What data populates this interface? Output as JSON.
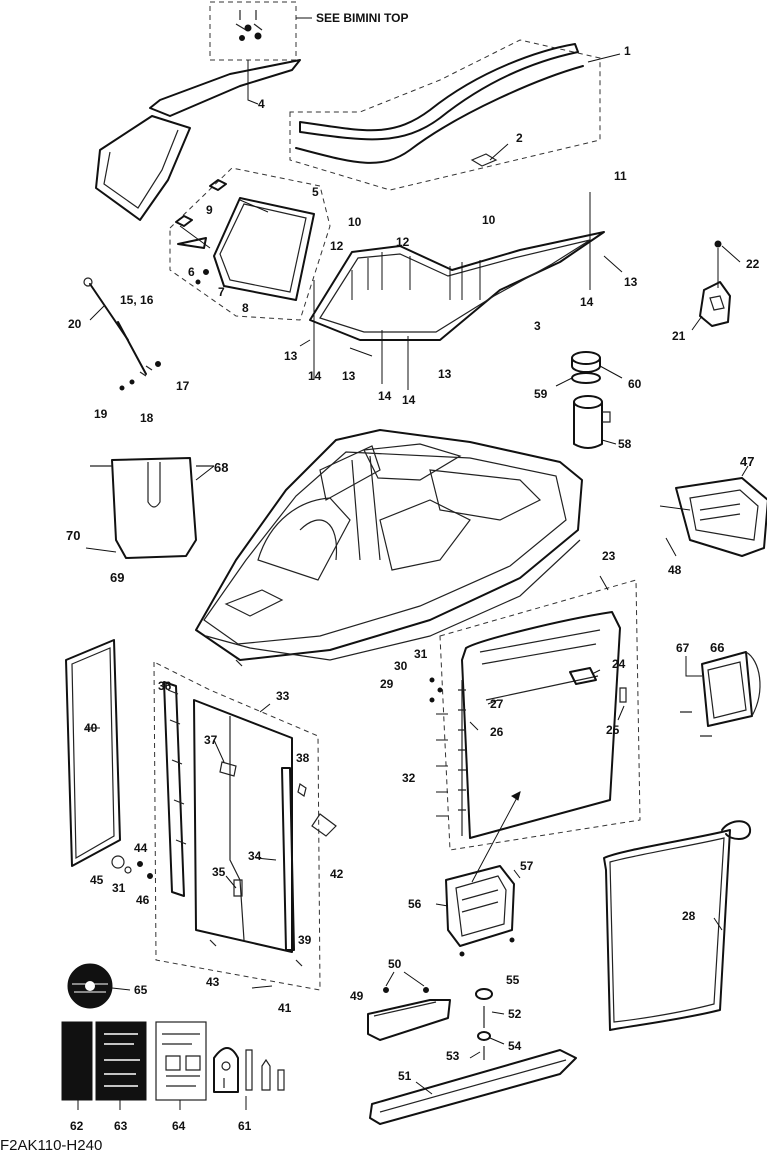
{
  "diagram": {
    "note_text": "SEE BIMINI TOP",
    "footer_code": "F2AK110-H240",
    "labels": {
      "l1": "1",
      "l2": "2",
      "l3": "3",
      "l4": "4",
      "l5": "5",
      "l6": "6",
      "l7": "7",
      "l8": "8",
      "l9": "9",
      "l10a": "10",
      "l10b": "10",
      "l11": "11",
      "l12a": "12",
      "l12b": "12",
      "l13a": "13",
      "l13b": "13",
      "l13c": "13",
      "l13d": "13",
      "l14a": "14",
      "l14b": "14",
      "l14c": "14",
      "l14d": "14",
      "l1516": "15, 16",
      "l17": "17",
      "l18": "18",
      "l19": "19",
      "l20": "20",
      "l21": "21",
      "l22": "22",
      "l23": "23",
      "l24": "24",
      "l25": "25",
      "l26": "26",
      "l27": "27",
      "l28": "28",
      "l29": "29",
      "l30": "30",
      "l31a": "31",
      "l31b": "31",
      "l32": "32",
      "l33": "33",
      "l34": "34",
      "l35": "35",
      "l36": "36",
      "l37": "37",
      "l38": "38",
      "l39": "39",
      "l40": "40",
      "l41": "41",
      "l42": "42",
      "l43": "43",
      "l44": "44",
      "l45": "45",
      "l46": "46",
      "l47": "47",
      "l48": "48",
      "l49": "49",
      "l50": "50",
      "l51": "51",
      "l52": "52",
      "l53": "53",
      "l54": "54",
      "l55": "55",
      "l56": "56",
      "l57": "57",
      "l58": "58",
      "l59": "59",
      "l60": "60",
      "l61": "61",
      "l62": "62",
      "l63": "63",
      "l64": "64",
      "l65": "65",
      "l66": "66",
      "l67": "67",
      "l68": "68",
      "l69": "69",
      "l70": "70"
    }
  }
}
